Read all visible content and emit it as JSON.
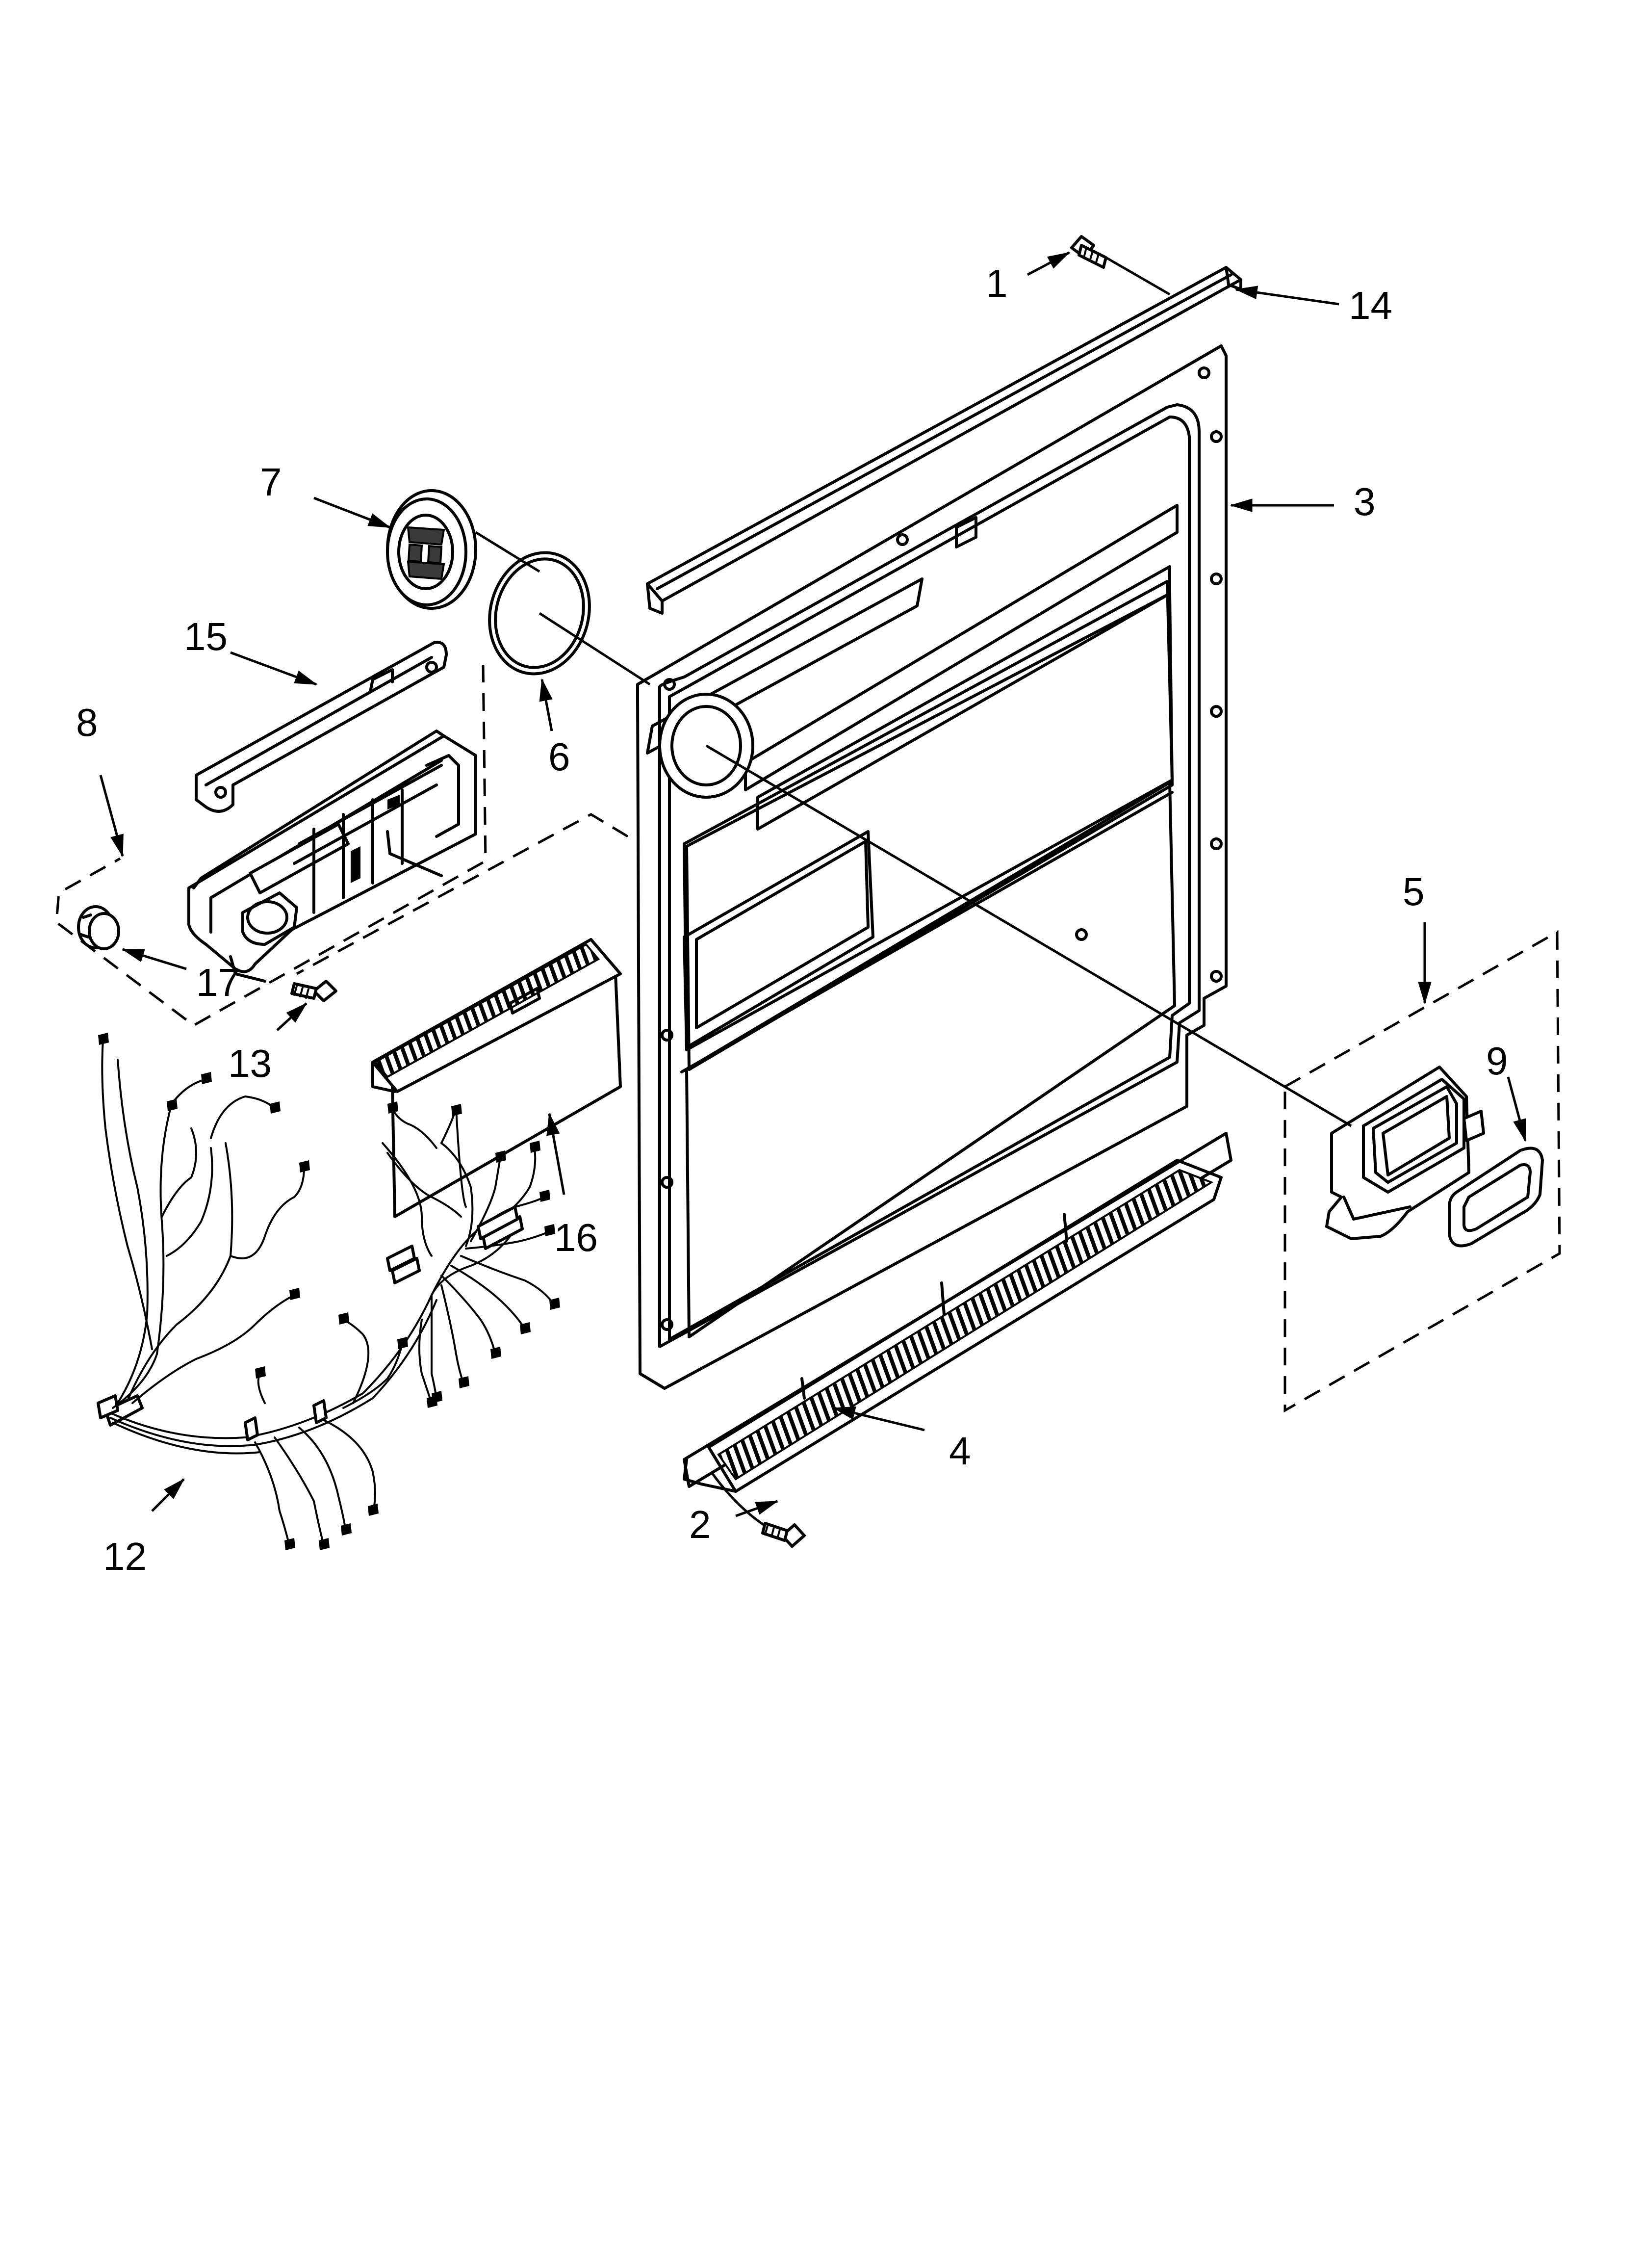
{
  "callouts": {
    "c1": "1",
    "c2": "2",
    "c3": "3",
    "c4": "4",
    "c5": "5",
    "c6": "6",
    "c7": "7",
    "c8": "8",
    "c9": "9",
    "c12": "12",
    "c13": "13",
    "c14": "14",
    "c15": "15",
    "c16": "16",
    "c17": "17"
  }
}
